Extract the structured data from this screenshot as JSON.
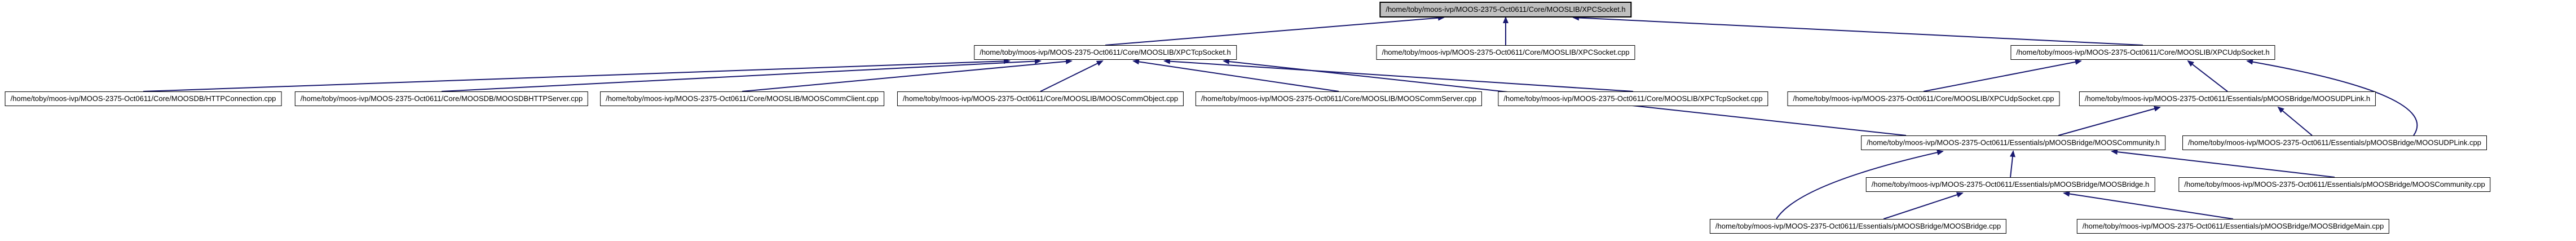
{
  "graph": {
    "type": "doxygen-included-by-graph",
    "root": "xpcsocket_h",
    "nodes": [
      {
        "id": "xpcsocket_h",
        "label": "/home/toby/moos-ivp/MOOS-2375-Oct0611/Core/MOOSLIB/XPCSocket.h",
        "highlight": true
      },
      {
        "id": "xpctcpsocket_h",
        "label": "/home/toby/moos-ivp/MOOS-2375-Oct0611/Core/MOOSLIB/XPCTcpSocket.h",
        "highlight": false
      },
      {
        "id": "xpcsocket_cpp",
        "label": "/home/toby/moos-ivp/MOOS-2375-Oct0611/Core/MOOSLIB/XPCSocket.cpp",
        "highlight": false
      },
      {
        "id": "xpcudpsocket_h",
        "label": "/home/toby/moos-ivp/MOOS-2375-Oct0611/Core/MOOSLIB/XPCUdpSocket.h",
        "highlight": false
      },
      {
        "id": "httpconnection_cpp",
        "label": "/home/toby/moos-ivp/MOOS-2375-Oct0611/Core/MOOSDB/HTTPConnection.cpp",
        "highlight": false
      },
      {
        "id": "moosdbhttpserver_cpp",
        "label": "/home/toby/moos-ivp/MOOS-2375-Oct0611/Core/MOOSDB/MOOSDBHTTPServer.cpp",
        "highlight": false
      },
      {
        "id": "mooscommclient_cpp",
        "label": "/home/toby/moos-ivp/MOOS-2375-Oct0611/Core/MOOSLIB/MOOSCommClient.cpp",
        "highlight": false
      },
      {
        "id": "mooscommobject_cpp",
        "label": "/home/toby/moos-ivp/MOOS-2375-Oct0611/Core/MOOSLIB/MOOSCommObject.cpp",
        "highlight": false
      },
      {
        "id": "mooscommserver_cpp",
        "label": "/home/toby/moos-ivp/MOOS-2375-Oct0611/Core/MOOSLIB/MOOSCommServer.cpp",
        "highlight": false
      },
      {
        "id": "xpctcpsocket_cpp",
        "label": "/home/toby/moos-ivp/MOOS-2375-Oct0611/Core/MOOSLIB/XPCTcpSocket.cpp",
        "highlight": false
      },
      {
        "id": "xpcudpsocket_cpp",
        "label": "/home/toby/moos-ivp/MOOS-2375-Oct0611/Core/MOOSLIB/XPCUdpSocket.cpp",
        "highlight": false
      },
      {
        "id": "moosudplink_h",
        "label": "/home/toby/moos-ivp/MOOS-2375-Oct0611/Essentials/pMOOSBridge/MOOSUDPLink.h",
        "highlight": false
      },
      {
        "id": "mooscommunity_h",
        "label": "/home/toby/moos-ivp/MOOS-2375-Oct0611/Essentials/pMOOSBridge/MOOSCommunity.h",
        "highlight": false
      },
      {
        "id": "moosudplink_cpp",
        "label": "/home/toby/moos-ivp/MOOS-2375-Oct0611/Essentials/pMOOSBridge/MOOSUDPLink.cpp",
        "highlight": false
      },
      {
        "id": "moosbridge_h",
        "label": "/home/toby/moos-ivp/MOOS-2375-Oct0611/Essentials/pMOOSBridge/MOOSBridge.h",
        "highlight": false
      },
      {
        "id": "mooscommunity_cpp",
        "label": "/home/toby/moos-ivp/MOOS-2375-Oct0611/Essentials/pMOOSBridge/MOOSCommunity.cpp",
        "highlight": false
      },
      {
        "id": "moosbridge_cpp",
        "label": "/home/toby/moos-ivp/MOOS-2375-Oct0611/Essentials/pMOOSBridge/MOOSBridge.cpp",
        "highlight": false
      },
      {
        "id": "moosbridgemain_cpp",
        "label": "/home/toby/moos-ivp/MOOS-2375-Oct0611/Essentials/pMOOSBridge/MOOSBridgeMain.cpp",
        "highlight": false
      }
    ],
    "edges": [
      {
        "from": "xpctcpsocket_h",
        "to": "xpcsocket_h"
      },
      {
        "from": "xpcsocket_cpp",
        "to": "xpcsocket_h"
      },
      {
        "from": "xpcudpsocket_h",
        "to": "xpcsocket_h"
      },
      {
        "from": "httpconnection_cpp",
        "to": "xpctcpsocket_h"
      },
      {
        "from": "moosdbhttpserver_cpp",
        "to": "xpctcpsocket_h"
      },
      {
        "from": "mooscommclient_cpp",
        "to": "xpctcpsocket_h"
      },
      {
        "from": "mooscommobject_cpp",
        "to": "xpctcpsocket_h"
      },
      {
        "from": "mooscommserver_cpp",
        "to": "xpctcpsocket_h"
      },
      {
        "from": "xpctcpsocket_cpp",
        "to": "xpctcpsocket_h"
      },
      {
        "from": "mooscommunity_h",
        "to": "xpctcpsocket_h"
      },
      {
        "from": "xpcudpsocket_cpp",
        "to": "xpcudpsocket_h"
      },
      {
        "from": "moosudplink_h",
        "to": "xpcudpsocket_h"
      },
      {
        "from": "moosudplink_cpp",
        "to": "xpcudpsocket_h"
      },
      {
        "from": "mooscommunity_h",
        "to": "moosudplink_h"
      },
      {
        "from": "moosudplink_cpp",
        "to": "moosudplink_h"
      },
      {
        "from": "moosbridge_h",
        "to": "mooscommunity_h"
      },
      {
        "from": "mooscommunity_cpp",
        "to": "mooscommunity_h"
      },
      {
        "from": "moosbridge_cpp",
        "to": "mooscommunity_h"
      },
      {
        "from": "moosbridge_cpp",
        "to": "moosbridge_h"
      },
      {
        "from": "moosbridgemain_cpp",
        "to": "moosbridge_h"
      }
    ]
  },
  "colors": {
    "edge": "#191970",
    "node_background": "#ffffff",
    "node_border": "#000000",
    "highlight_background": "#bfbfbf",
    "text": "#000000"
  }
}
